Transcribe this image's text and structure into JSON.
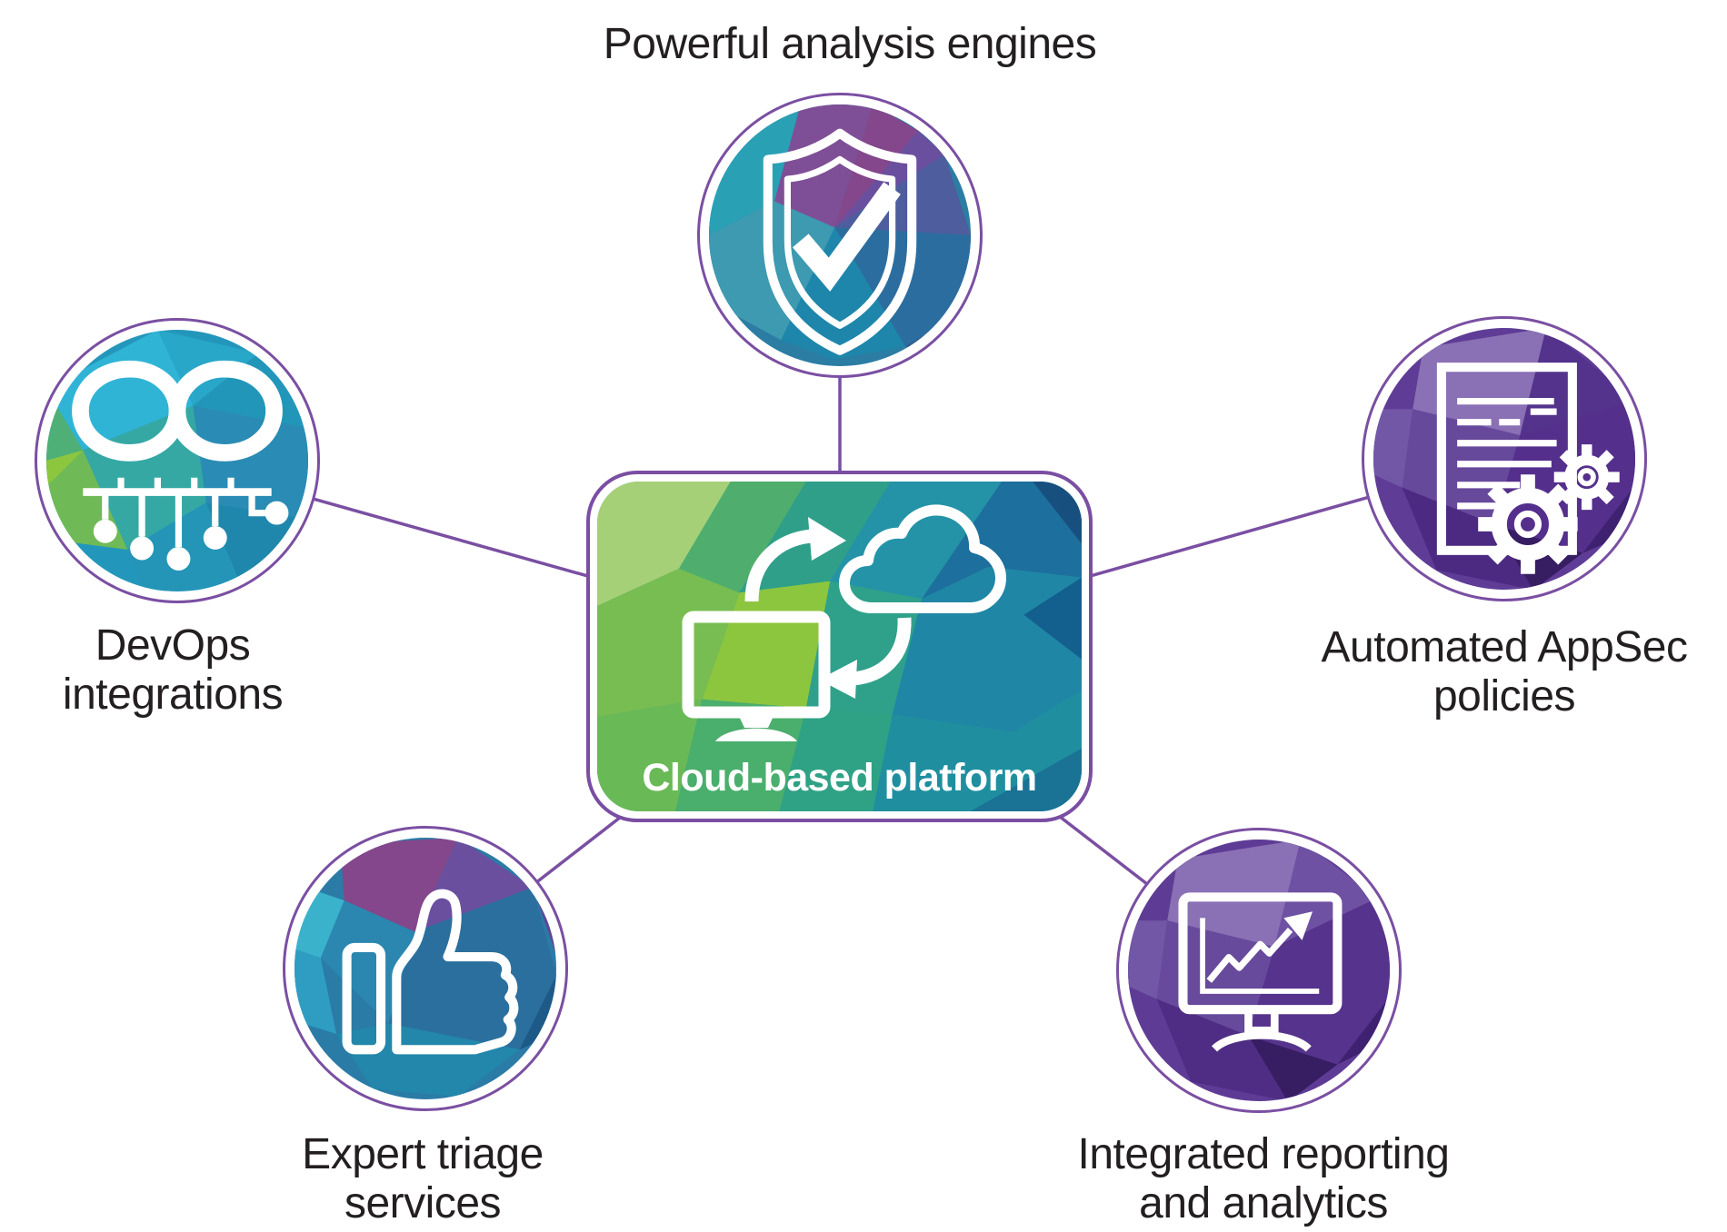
{
  "diagram": {
    "center": {
      "label": "Cloud-based platform",
      "icon": "computer-cloud-sync-icon"
    },
    "nodes": [
      {
        "id": "analysis",
        "label": "Powerful analysis engines",
        "icon": "shield-check-icon",
        "palette": [
          "#2aa2b6",
          "#7e4f96",
          "#2c6da0"
        ]
      },
      {
        "id": "devops",
        "label": "DevOps integrations",
        "icon": "devops-infinity-circuit-icon",
        "palette": [
          "#30b4d6",
          "#6fba56",
          "#2a8cb4"
        ]
      },
      {
        "id": "appsec",
        "label": "Automated AppSec policies",
        "icon": "policy-document-gears-icon",
        "palette": [
          "#8a70b4",
          "#5f3d96",
          "#4a2a78"
        ]
      },
      {
        "id": "triage",
        "label": "Expert triage services",
        "icon": "thumbs-up-icon",
        "palette": [
          "#3ab2cc",
          "#84478b",
          "#2a6f9e"
        ]
      },
      {
        "id": "reporting",
        "label": "Integrated reporting and analytics",
        "icon": "monitor-trend-chart-icon",
        "palette": [
          "#8a70b4",
          "#5e3c95",
          "#4c2a82"
        ]
      }
    ],
    "colors": {
      "accent": "#7a4fa2",
      "text": "#231f20",
      "icon": "#ffffff",
      "background": "#ffffff"
    }
  }
}
